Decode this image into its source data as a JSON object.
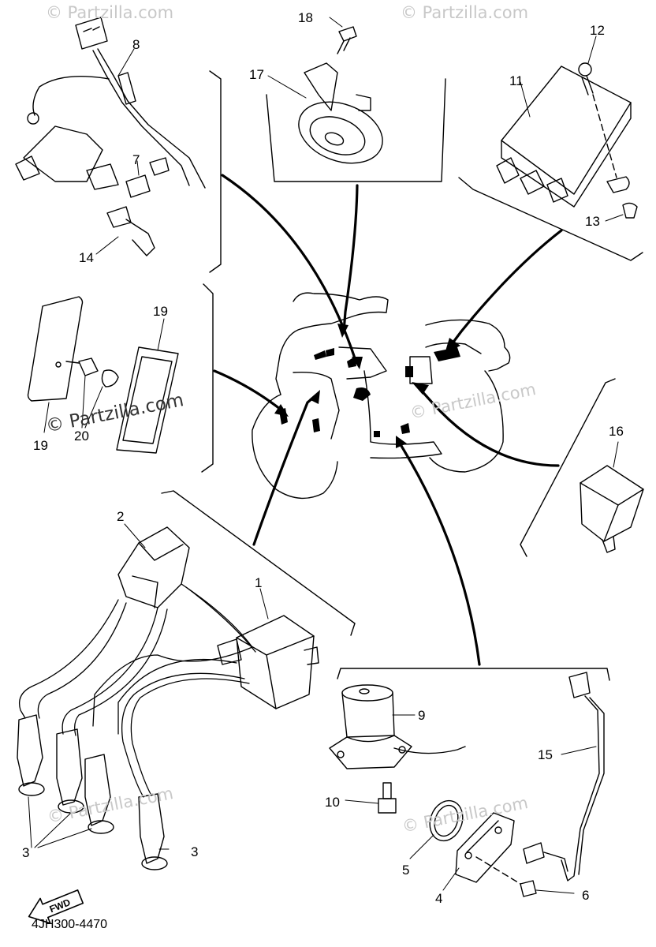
{
  "watermark": {
    "text": "© Partzilla.com"
  },
  "callouts": {
    "c1": "1",
    "c2": "2",
    "c3a": "3",
    "c3b": "3",
    "c4": "4",
    "c5": "5",
    "c6": "6",
    "c7": "7",
    "c8": "8",
    "c9": "9",
    "c10": "10",
    "c11": "11",
    "c12": "12",
    "c13": "13",
    "c14": "14",
    "c15": "15",
    "c16": "16",
    "c17": "17",
    "c18": "18",
    "c19a": "19",
    "c19b": "19",
    "c20": "20"
  },
  "fwd_label": "FWD",
  "diagram_code": "4JH300-4470"
}
